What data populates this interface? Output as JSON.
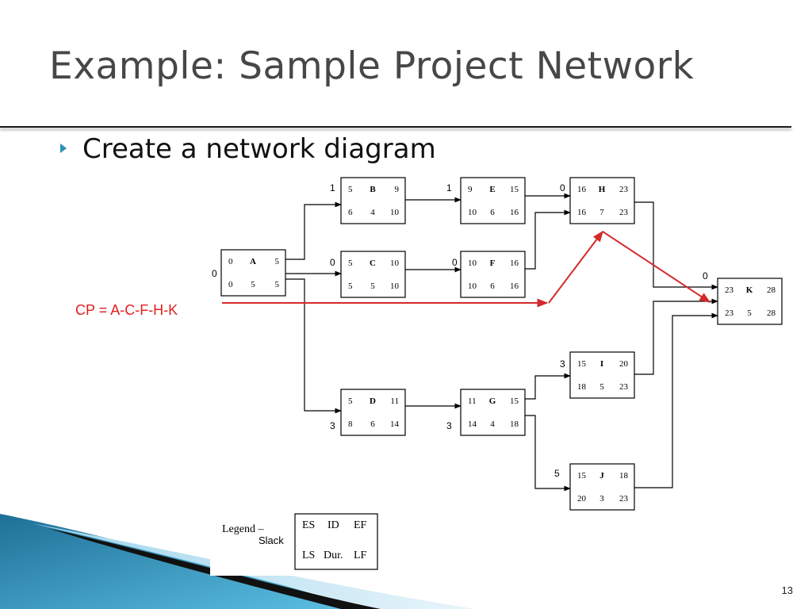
{
  "slide": {
    "title": "Example: Sample Project Network",
    "bullet": "Create a network diagram",
    "page_number": "13"
  },
  "network": {
    "nodes": [
      {
        "id": "A",
        "es": "0",
        "ef": "5",
        "ls": "0",
        "dur": "5",
        "lf": "5",
        "slack": "0"
      },
      {
        "id": "B",
        "es": "5",
        "ef": "9",
        "ls": "6",
        "dur": "4",
        "lf": "10",
        "slack": "1"
      },
      {
        "id": "C",
        "es": "5",
        "ef": "10",
        "ls": "5",
        "dur": "5",
        "lf": "10",
        "slack": "0"
      },
      {
        "id": "D",
        "es": "5",
        "ef": "11",
        "ls": "8",
        "dur": "6",
        "lf": "14",
        "slack": "3"
      },
      {
        "id": "E",
        "es": "9",
        "ef": "15",
        "ls": "10",
        "dur": "6",
        "lf": "16",
        "slack": "1"
      },
      {
        "id": "F",
        "es": "10",
        "ef": "16",
        "ls": "10",
        "dur": "6",
        "lf": "16",
        "slack": "0"
      },
      {
        "id": "G",
        "es": "11",
        "ef": "15",
        "ls": "14",
        "dur": "4",
        "lf": "18",
        "slack": "3"
      },
      {
        "id": "H",
        "es": "16",
        "ef": "23",
        "ls": "16",
        "dur": "7",
        "lf": "23",
        "slack": "0"
      },
      {
        "id": "I",
        "es": "15",
        "ef": "20",
        "ls": "18",
        "dur": "5",
        "lf": "23",
        "slack": "3"
      },
      {
        "id": "J",
        "es": "15",
        "ef": "18",
        "ls": "20",
        "dur": "3",
        "lf": "23",
        "slack": "5"
      },
      {
        "id": "K",
        "es": "23",
        "ef": "28",
        "ls": "23",
        "dur": "5",
        "lf": "28",
        "slack": "0"
      }
    ],
    "edges": [
      [
        "A",
        "B"
      ],
      [
        "A",
        "C"
      ],
      [
        "A",
        "D"
      ],
      [
        "B",
        "E"
      ],
      [
        "C",
        "F"
      ],
      [
        "D",
        "G"
      ],
      [
        "E",
        "H"
      ],
      [
        "F",
        "H"
      ],
      [
        "G",
        "I"
      ],
      [
        "G",
        "J"
      ],
      [
        "H",
        "K"
      ],
      [
        "I",
        "K"
      ],
      [
        "J",
        "K"
      ]
    ],
    "critical_path_label": "CP = A-C-F-H-K",
    "critical_path": [
      "A",
      "C",
      "F",
      "H",
      "K"
    ],
    "critical_color": "#d42a2a"
  },
  "legend": {
    "word": "Legend –",
    "slack_label": "Slack",
    "top_row": [
      "ES",
      "ID",
      "EF"
    ],
    "bottom_row": [
      "LS",
      "Dur.",
      "LF"
    ]
  },
  "theme": {
    "accent": "#2d8fb8",
    "title_color": "#474747"
  }
}
